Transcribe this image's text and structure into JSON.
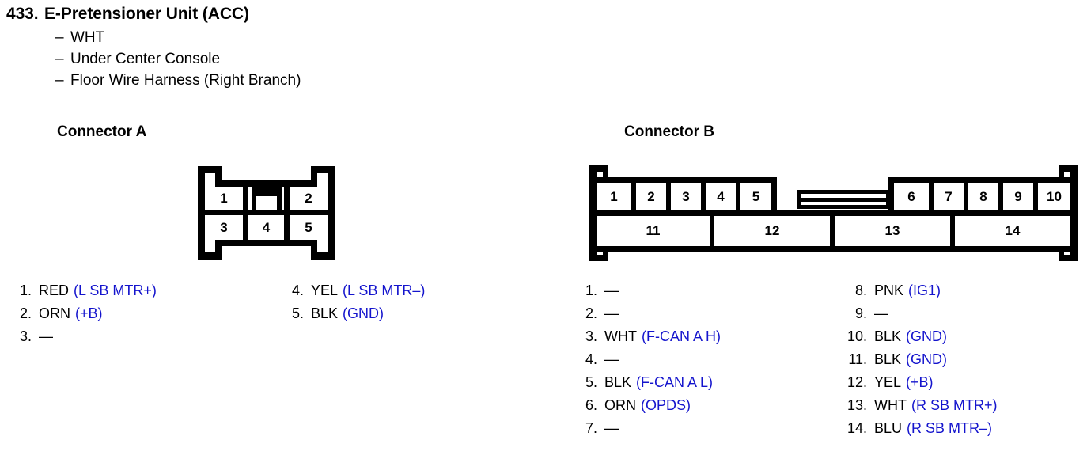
{
  "header": {
    "number": "433.",
    "title": "E-Pretensioner Unit (ACC)",
    "dash": "–",
    "details": [
      "WHT",
      "Under Center Console",
      "Floor Wire Harness (Right Branch)"
    ]
  },
  "colors": {
    "signal_blue": "#1414cd",
    "line_black": "#000000",
    "page_background": "#ffffff"
  },
  "connector_a": {
    "heading": "Connector A",
    "top_cells": [
      "1",
      "2"
    ],
    "bottom_cells": [
      "3",
      "4",
      "5"
    ],
    "pins_left": [
      {
        "num": "1.",
        "color": "RED",
        "signal": "(L SB MTR+)"
      },
      {
        "num": "2.",
        "color": "ORN",
        "signal": "(+B)"
      },
      {
        "num": "3.",
        "color": "—",
        "signal": ""
      }
    ],
    "pins_right": [
      {
        "num": "4.",
        "color": "YEL",
        "signal": "(L SB MTR–)"
      },
      {
        "num": "5.",
        "color": "BLK",
        "signal": "(GND)"
      }
    ]
  },
  "connector_b": {
    "heading": "Connector B",
    "top_cells_left": [
      "1",
      "2",
      "3",
      "4",
      "5"
    ],
    "top_cells_right": [
      "6",
      "7",
      "8",
      "9",
      "10"
    ],
    "bottom_cells": [
      "11",
      "12",
      "13",
      "14"
    ],
    "pins_left": [
      {
        "num": "1.",
        "color": "—",
        "signal": ""
      },
      {
        "num": "2.",
        "color": "—",
        "signal": ""
      },
      {
        "num": "3.",
        "color": "WHT",
        "signal": "(F-CAN A H)"
      },
      {
        "num": "4.",
        "color": "—",
        "signal": ""
      },
      {
        "num": "5.",
        "color": "BLK",
        "signal": "(F-CAN A L)"
      },
      {
        "num": "6.",
        "color": "ORN",
        "signal": "(OPDS)"
      },
      {
        "num": "7.",
        "color": "—",
        "signal": ""
      }
    ],
    "pins_right": [
      {
        "num": "8.",
        "color": "PNK",
        "signal": "(IG1)"
      },
      {
        "num": "9.",
        "color": "—",
        "signal": ""
      },
      {
        "num": "10.",
        "color": "BLK",
        "signal": "(GND)"
      },
      {
        "num": "11.",
        "color": "BLK",
        "signal": "(GND)"
      },
      {
        "num": "12.",
        "color": "YEL",
        "signal": "(+B)"
      },
      {
        "num": "13.",
        "color": "WHT",
        "signal": "(R SB MTR+)"
      },
      {
        "num": "14.",
        "color": "BLU",
        "signal": "(R SB MTR–)"
      }
    ]
  }
}
